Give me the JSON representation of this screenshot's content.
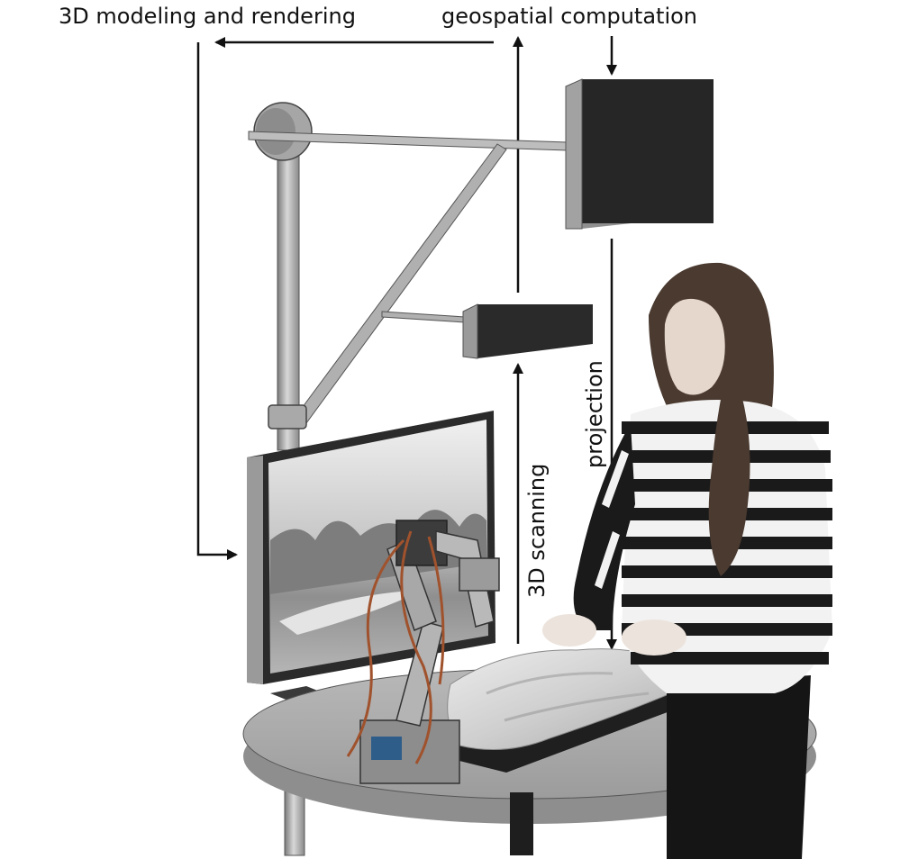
{
  "labels": {
    "modeling": "3D modeling and rendering",
    "geospatial": "geospatial computation",
    "scanning": "3D scanning",
    "projection": "projection"
  },
  "colors": {
    "structure_light": "#c8c8c8",
    "structure_mid": "#9a9a9a",
    "structure_dark": "#4a4a4a",
    "device_black": "#262626",
    "arrow": "#111111",
    "stripe_dark": "#1a1a1a",
    "stripe_light": "#f2f2f2"
  },
  "icons": {
    "projector": "projector-icon",
    "scanner": "depth-scanner-icon",
    "monitor": "monitor-icon",
    "robot": "robotic-arm-icon",
    "person": "user-figure-icon",
    "sand": "sand-model-icon"
  }
}
